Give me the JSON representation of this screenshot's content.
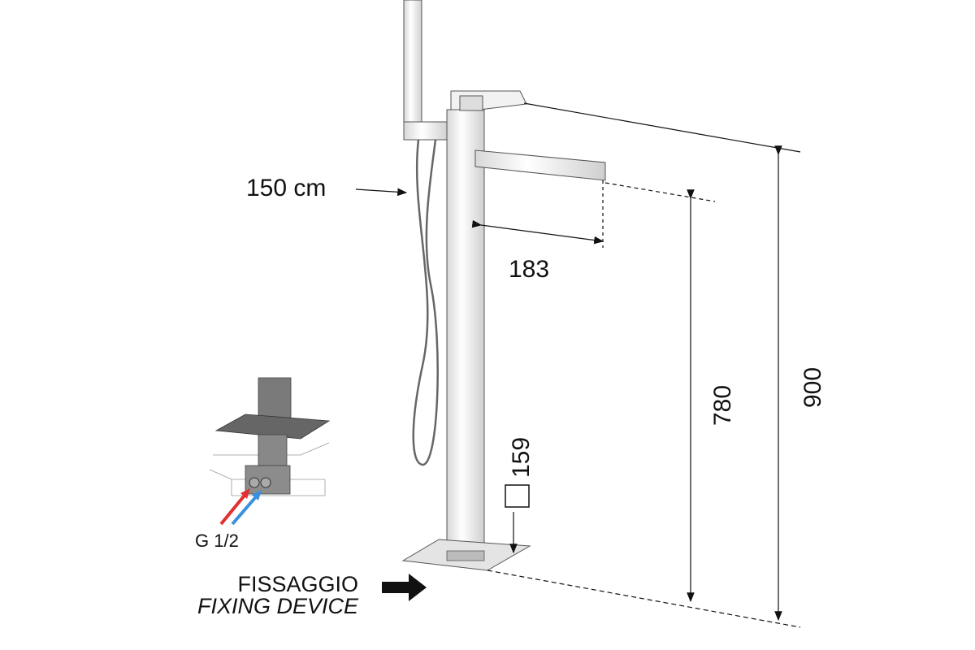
{
  "diagram": {
    "hose_length": "150 cm",
    "spout_reach": "183",
    "spout_height": "780",
    "total_height": "900",
    "column_section": "159",
    "section_symbol": "square-section-icon",
    "inlet_thread": "G 1/2",
    "fixing_label_it": "FISSAGGIO",
    "fixing_label_en": "FIXING DEVICE",
    "colors": {
      "hot": "#e03030",
      "cold": "#3a8fe0",
      "chrome": "#e8e8e8",
      "dark_part": "#6b6b6b"
    }
  }
}
